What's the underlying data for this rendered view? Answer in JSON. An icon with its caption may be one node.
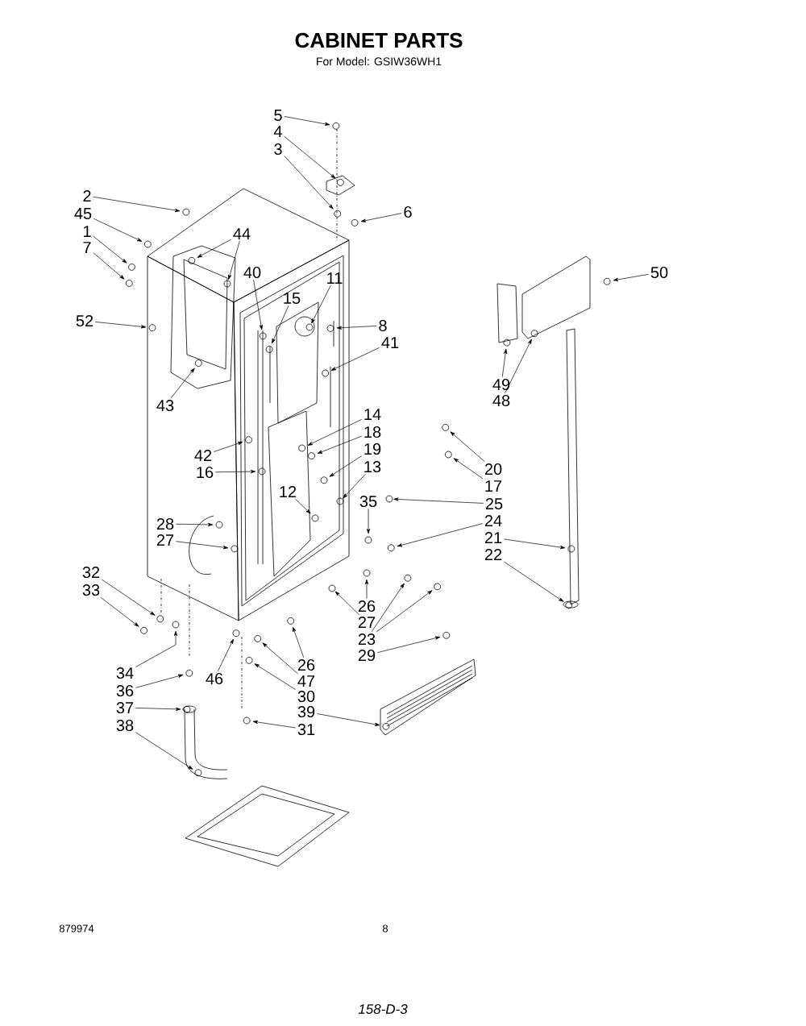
{
  "diagram": {
    "title": "CABINET PARTS",
    "nodes": [
      {
        "text": [
          "5"
        ]
      },
      {
        "text": [
          "4"
        ]
      },
      {
        "text": [
          "3"
        ]
      },
      {
        "text": [
          "6"
        ]
      },
      {
        "text": [
          "2"
        ]
      },
      {
        "text": [
          "45"
        ]
      },
      {
        "text": [
          "1"
        ]
      },
      {
        "text": [
          "7"
        ]
      },
      {
        "text": [
          "44"
        ]
      },
      {
        "text": [
          "40"
        ]
      },
      {
        "text": [
          "11"
        ]
      },
      {
        "text": [
          "15"
        ]
      },
      {
        "text": [
          "52"
        ]
      },
      {
        "text": [
          "8"
        ]
      },
      {
        "text": [
          "41"
        ]
      },
      {
        "text": [
          "43"
        ]
      },
      {
        "text": [
          "14"
        ]
      },
      {
        "text": [
          "18"
        ]
      },
      {
        "text": [
          "19"
        ]
      },
      {
        "text": [
          "13"
        ]
      },
      {
        "text": [
          "42"
        ]
      },
      {
        "text": [
          "16"
        ]
      },
      {
        "text": [
          "12"
        ]
      },
      {
        "text": [
          "35"
        ]
      },
      {
        "text": [
          "28"
        ]
      },
      {
        "text": [
          "27"
        ]
      },
      {
        "text": [
          "32"
        ]
      },
      {
        "text": [
          "33"
        ]
      },
      {
        "text": [
          "34"
        ]
      },
      {
        "text": [
          "36"
        ]
      },
      {
        "text": [
          "37"
        ]
      },
      {
        "text": [
          "38"
        ]
      },
      {
        "text": [
          "46"
        ]
      },
      {
        "text": [
          "26"
        ]
      },
      {
        "text": [
          "47"
        ]
      },
      {
        "text": [
          "30"
        ]
      },
      {
        "text": [
          "39"
        ]
      },
      {
        "text": [
          "31"
        ]
      },
      {
        "text": [
          "26"
        ]
      },
      {
        "text": [
          "27"
        ]
      },
      {
        "text": [
          "23"
        ]
      },
      {
        "text": [
          "29"
        ]
      },
      {
        "text": [
          "20"
        ]
      },
      {
        "text": [
          "17"
        ]
      },
      {
        "text": [
          "25"
        ]
      },
      {
        "text": [
          "24"
        ]
      },
      {
        "text": [
          "21"
        ]
      },
      {
        "text": [
          "22"
        ]
      },
      {
        "text": [
          "50"
        ]
      },
      {
        "text": [
          "49"
        ]
      },
      {
        "text": [
          "48"
        ]
      },
      {
        "text": [],
        "shape": "circle"
      },
      {
        "text": [],
        "shape": "circle"
      },
      {
        "text": [],
        "shape": "circle"
      },
      {
        "text": [],
        "shape": "circle"
      },
      {
        "text": [],
        "shape": "circle"
      }
    ],
    "edges": [
      {
        "from": 0,
        "to": null,
        "arrow": "to"
      },
      {
        "from": 1,
        "to": null,
        "arrow": "to"
      },
      {
        "from": 2,
        "to": null,
        "arrow": "to"
      },
      {
        "from": 3,
        "to": null,
        "arrow": "to"
      },
      {
        "from": 4,
        "to": null,
        "arrow": "to"
      },
      {
        "from": 5,
        "to": null,
        "arrow": "to"
      },
      {
        "from": 6,
        "to": null,
        "arrow": "to"
      },
      {
        "from": 7,
        "to": null,
        "arrow": "to"
      },
      {
        "from": 8,
        "to": null,
        "arrow": "to"
      },
      {
        "from": 8,
        "to": 51,
        "arrow": "to"
      },
      {
        "from": 9,
        "to": null,
        "arrow": "to"
      },
      {
        "from": 10,
        "to": 52,
        "arrow": "to"
      },
      {
        "from": 11,
        "to": null,
        "arrow": "to"
      },
      {
        "from": 12,
        "to": null,
        "arrow": "to"
      },
      {
        "from": 13,
        "to": null,
        "arrow": "to"
      },
      {
        "from": 14,
        "to": null,
        "arrow": "to"
      },
      {
        "from": 15,
        "to": null,
        "arrow": "to"
      },
      {
        "from": 16,
        "to": null,
        "arrow": "to"
      },
      {
        "from": 17,
        "to": null,
        "arrow": "to"
      },
      {
        "from": 18,
        "to": null,
        "arrow": "to"
      },
      {
        "from": 19,
        "to": 53,
        "arrow": "to"
      },
      {
        "from": 20,
        "to": null,
        "arrow": "to"
      },
      {
        "from": 21,
        "to": null,
        "arrow": "to"
      },
      {
        "from": 22,
        "to": null,
        "arrow": "to"
      },
      {
        "from": 23,
        "to": null,
        "arrow": "to"
      },
      {
        "from": 24,
        "to": null,
        "arrow": "to"
      },
      {
        "from": 25,
        "to": null,
        "arrow": "to"
      },
      {
        "from": 26,
        "to": null,
        "arrow": "to"
      },
      {
        "from": 27,
        "to": null,
        "arrow": "to"
      },
      {
        "from": 28,
        "to": null,
        "arrow": "to"
      },
      {
        "from": 29,
        "to": null,
        "arrow": "to"
      },
      {
        "from": 30,
        "to": null,
        "arrow": "to"
      },
      {
        "from": 31,
        "to": null,
        "arrow": "to"
      },
      {
        "from": 32,
        "to": null,
        "arrow": "to"
      },
      {
        "from": 33,
        "to": null,
        "arrow": "to"
      },
      {
        "from": 34,
        "to": null,
        "arrow": "to"
      },
      {
        "from": 35,
        "to": null,
        "arrow": "to"
      },
      {
        "from": 36,
        "to": null,
        "arrow": "to"
      },
      {
        "from": 37,
        "to": null,
        "arrow": "to"
      },
      {
        "from": 38,
        "to": null,
        "arrow": "to"
      },
      {
        "from": 39,
        "to": 54,
        "arrow": "to"
      },
      {
        "from": 40,
        "to": null,
        "arrow": "to"
      },
      {
        "from": 40,
        "to": null,
        "arrow": "to"
      },
      {
        "from": 41,
        "to": null,
        "arrow": "to"
      },
      {
        "from": 42,
        "to": null,
        "arrow": "to"
      },
      {
        "from": 43,
        "to": null,
        "arrow": "to"
      },
      {
        "from": 44,
        "to": 55,
        "arrow": "to"
      },
      {
        "from": 45,
        "to": null,
        "arrow": "to"
      },
      {
        "from": 46,
        "to": null,
        "arrow": "to"
      },
      {
        "from": 47,
        "to": null,
        "arrow": "to"
      },
      {
        "from": 48,
        "to": null,
        "arrow": "to"
      },
      {
        "from": 49,
        "to": null,
        "arrow": "to"
      },
      {
        "from": 50,
        "to": null,
        "arrow": "to"
      }
    ],
    "labels": [
      "For Model: GSIW36WH1",
      "879974",
      "8",
      "158-D-3"
    ]
  }
}
